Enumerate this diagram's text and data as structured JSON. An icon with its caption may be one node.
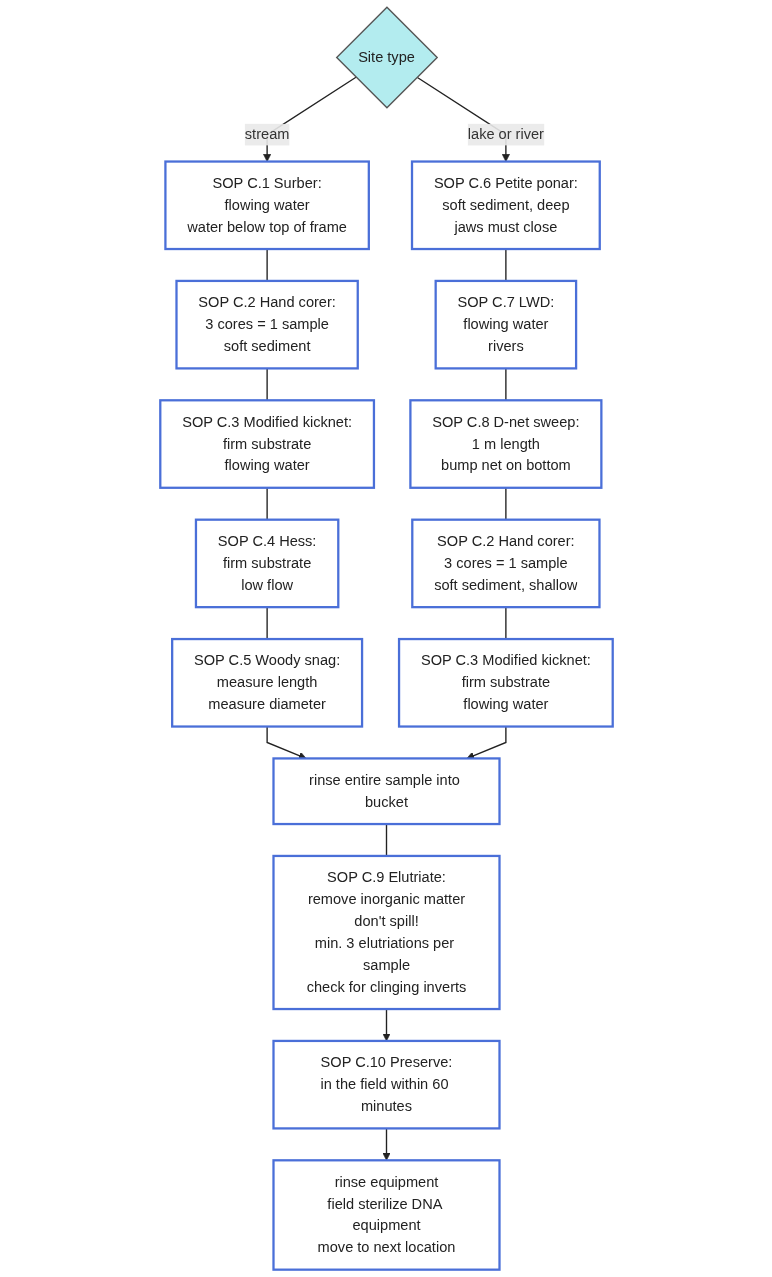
{
  "diagram": {
    "nodes": [
      {
        "text": [
          "Site type"
        ]
      },
      {
        "text": [
          "SOP C.1 Surber:",
          "flowing water",
          "water below top of frame"
        ]
      },
      {
        "text": [
          "SOP C.2 Hand corer:",
          "3 cores = 1 sample",
          "soft sediment"
        ]
      },
      {
        "text": [
          "SOP C.3 Modified kicknet:",
          "firm substrate",
          "flowing water"
        ]
      },
      {
        "text": [
          "SOP C.4 Hess:",
          "firm substrate",
          "low flow"
        ]
      },
      {
        "text": [
          "SOP C.5 Woody snag:",
          "measure length",
          "measure diameter"
        ]
      },
      {
        "text": [
          "SOP C.6 Petite ponar:",
          "soft sediment, deep",
          "jaws must close"
        ]
      },
      {
        "text": [
          "SOP C.7 LWD:",
          "flowing water",
          "rivers"
        ]
      },
      {
        "text": [
          "SOP C.8 D-net sweep:",
          "1 m length",
          "bump net on bottom"
        ]
      },
      {
        "text": [
          "SOP C.2 Hand corer:",
          "3 cores = 1 sample",
          "soft sediment, shallow"
        ]
      },
      {
        "text": [
          "SOP C.3 Modified kicknet:",
          "firm substrate",
          "flowing water"
        ]
      },
      {
        "text": [
          "rinse entire sample into bucket"
        ]
      },
      {
        "text": [
          "SOP C.9 Elutriate:",
          "remove inorganic matter",
          "don't spill!",
          "min. 3 elutriations per sample",
          "check for clinging inverts"
        ]
      },
      {
        "text": [
          "SOP C.10 Preserve:",
          "in the field within 60 minutes"
        ]
      },
      {
        "text": [
          "rinse equipment",
          "field sterilize DNA equipment",
          "move to next location"
        ]
      }
    ],
    "edges": [
      {
        "from": 0,
        "to": 1,
        "arrow": "to",
        "label": "stream"
      },
      {
        "from": 0,
        "to": 6,
        "arrow": "to",
        "label": "lake or river"
      },
      {
        "from": 1,
        "to": 2,
        "arrow": "none"
      },
      {
        "from": 2,
        "to": 3,
        "arrow": "none"
      },
      {
        "from": 3,
        "to": 4,
        "arrow": "none"
      },
      {
        "from": 4,
        "to": 5,
        "arrow": "none"
      },
      {
        "from": 6,
        "to": 7,
        "arrow": "none"
      },
      {
        "from": 7,
        "to": 8,
        "arrow": "none"
      },
      {
        "from": 8,
        "to": 9,
        "arrow": "none"
      },
      {
        "from": 9,
        "to": 10,
        "arrow": "none"
      },
      {
        "from": 5,
        "to": 11,
        "arrow": "to"
      },
      {
        "from": 10,
        "to": 11,
        "arrow": "to"
      },
      {
        "from": 11,
        "to": 12,
        "arrow": "none"
      },
      {
        "from": 12,
        "to": 13,
        "arrow": "to"
      },
      {
        "from": 13,
        "to": 14,
        "arrow": "to"
      }
    ]
  }
}
